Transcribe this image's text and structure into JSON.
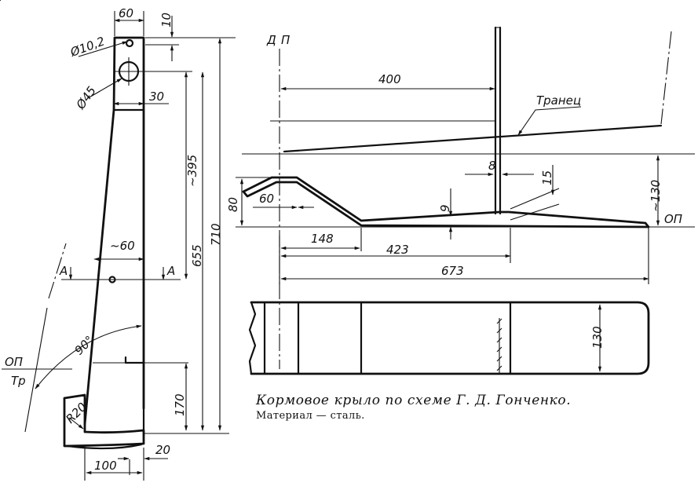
{
  "left_view": {
    "dims": {
      "top_width": "60",
      "hole_offset": "10",
      "small_hole": "Ø10,2",
      "large_hole": "Ø45",
      "post_width": "30",
      "to_axis": "~395",
      "to_line": "655",
      "total": "710",
      "mid_width": "~60",
      "bottom": "170",
      "base_offset": "20",
      "base_width": "100",
      "radius": "R20"
    },
    "labels": {
      "section_a_left": "A",
      "section_a_right": "A",
      "angle": "90°",
      "op": "ОП",
      "tr": "Тр"
    }
  },
  "right_view": {
    "dims": {
      "transom_dist": "400",
      "thickness": "8",
      "rise": "15",
      "dip": "9",
      "height": "80",
      "lip": "60",
      "to_op": "~130",
      "seg1": "148",
      "seg2": "423",
      "total": "673",
      "plan_width": "130"
    },
    "labels": {
      "d": "Д",
      "p": "П",
      "transom": "Транец",
      "op": "ОП"
    }
  },
  "caption": {
    "title": "Кормовое крыло по схеме Г. Д. Гонченко.",
    "material": "Материал — сталь."
  }
}
